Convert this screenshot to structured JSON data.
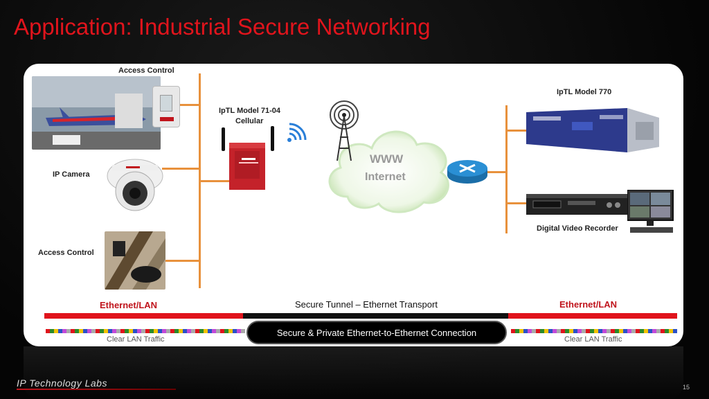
{
  "title": "Application: Industrial Secure Networking",
  "devices": {
    "access_control_top": "Access Control",
    "ip_camera": "IP Camera",
    "access_control_bottom": "Access Control",
    "iptl_71_line1": "IpTL Model 71-04",
    "iptl_71_line2": "Cellular",
    "iptl_770": "IpTL Model 770",
    "dvr": "Digital Video Recorder"
  },
  "cloud": {
    "line1": "WWW",
    "line2": "Internet"
  },
  "network": {
    "ethernet_left": "Ethernet/LAN",
    "ethernet_right": "Ethernet/LAN",
    "tunnel": "Secure Tunnel – Ethernet Transport",
    "connection": "Secure & Private Ethernet-to-Ethernet Connection",
    "clear_left": "Clear LAN Traffic",
    "clear_right": "Clear LAN Traffic"
  },
  "footer": {
    "logo": "IP Technology Labs",
    "page_number": "15"
  },
  "colors": {
    "title": "#e0141c",
    "ethernet": "#e0141c",
    "bus": "#e8913c",
    "cloud": "#cfe8c0"
  }
}
